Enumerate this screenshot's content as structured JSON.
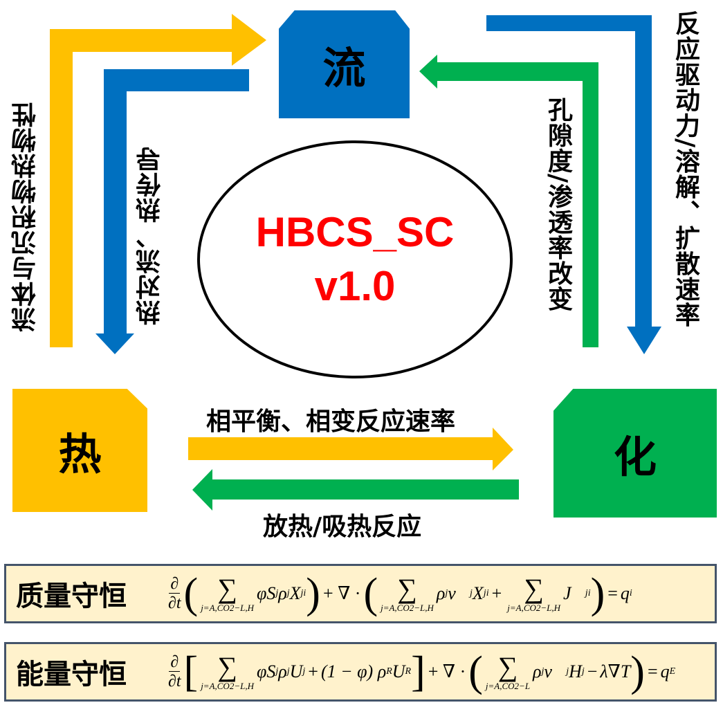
{
  "nodes": {
    "flow": {
      "label": "流",
      "color": "#0070C0"
    },
    "heat": {
      "label": "热",
      "color": "#FFC000"
    },
    "chem": {
      "label": "化",
      "color": "#00B050"
    }
  },
  "center": {
    "title_line1": "HBCS_SC",
    "title_line2": "v1.0",
    "color": "#FF0000"
  },
  "arrows": {
    "heat_to_flow": {
      "label": "流体与沉积物热物性",
      "color": "#FFC000"
    },
    "flow_to_heat": {
      "label": "热对流、热传导",
      "color": "#0070C0"
    },
    "flow_to_chem": {
      "label": "反应驱动力/溶解、扩散速率",
      "color": "#0070C0"
    },
    "chem_to_flow": {
      "label": "孔隙度/渗透率改变",
      "color": "#00B050"
    },
    "heat_to_chem": {
      "label": "相平衡、相变反应速率",
      "color": "#FFC000"
    },
    "chem_to_heat": {
      "label": "放热/吸热反应",
      "color": "#00B050"
    }
  },
  "equations": {
    "mass": {
      "label": "质量守恒",
      "d_num": "∂",
      "d_den": "∂t",
      "sum_sub": "j=A,CO2−L,H",
      "term1": "φS",
      "term1b": "ρ",
      "term1c": "X",
      "plus_div": "+ ∇ ·",
      "term2": "ρ",
      "term2b": "v⃗",
      "term2c": "X",
      "plus": "+",
      "term3": "J⃗",
      "sub_j": "j",
      "sup_i": "i",
      "equals": "=",
      "rhs": "q",
      "rhs_sup": "i"
    },
    "energy": {
      "label": "能量守恒",
      "d_num": "∂",
      "d_den": "∂t",
      "sum_sub1": "j=A,CO2−L,H",
      "sum_sub2": "j=A,CO2−L",
      "term1": "φS",
      "term1b": "ρ",
      "term1c": "U",
      "plus1": "+",
      "term2": "(1 − φ) ρ",
      "term2_sub": "R",
      "term2b": "U",
      "plus_div": "+ ∇ ·",
      "term3": "ρ",
      "term3b": "v⃗",
      "term3c": "H",
      "minus": "−",
      "term4": "λ∇T",
      "equals": "=",
      "rhs": "q",
      "rhs_sup": "E",
      "sub_j": "j"
    },
    "box_bg": "#FFF2CC",
    "box_border": "#44546A"
  }
}
